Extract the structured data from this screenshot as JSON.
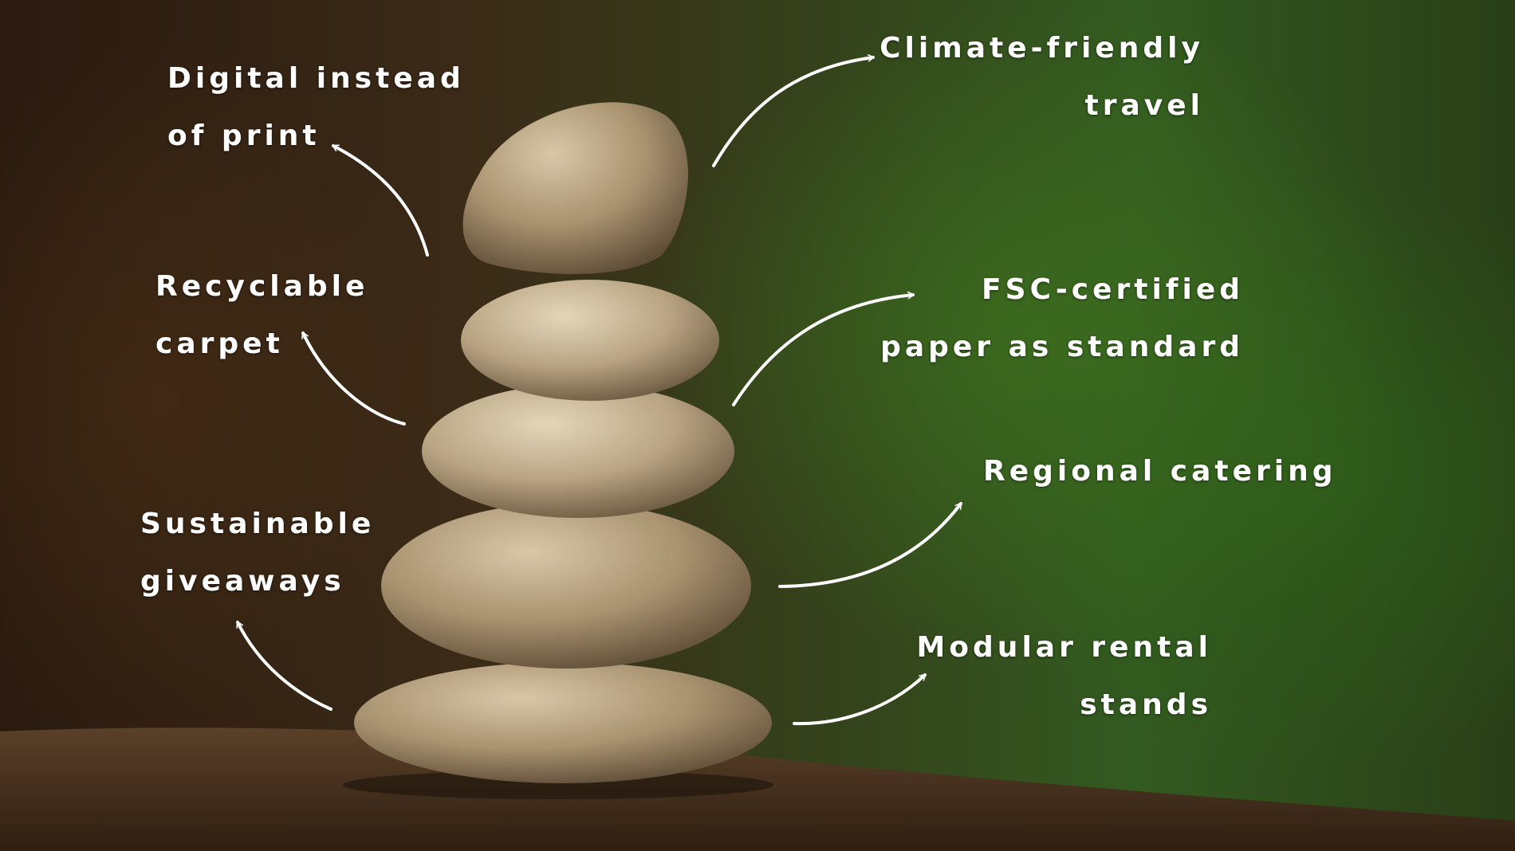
{
  "labels": {
    "digital": [
      "Digital instead",
      "of print"
    ],
    "recyclable": [
      "Recyclable",
      "carpet"
    ],
    "giveaways": [
      "Sustainable",
      "giveaways"
    ],
    "travel": [
      "Climate-friendly",
      "travel"
    ],
    "fsc": [
      "FSC-certified",
      "paper as standard"
    ],
    "catering": [
      "Regional catering"
    ],
    "stands": [
      "Modular rental",
      "stands"
    ]
  },
  "colors": {
    "text": "#ffffff",
    "arrow": "#ffffff",
    "stone_light": "#c7b698",
    "stone_dark": "#8c765a",
    "rock": "#4a3420",
    "background_green": "#3a6a22",
    "background_brown": "#3b2614"
  }
}
